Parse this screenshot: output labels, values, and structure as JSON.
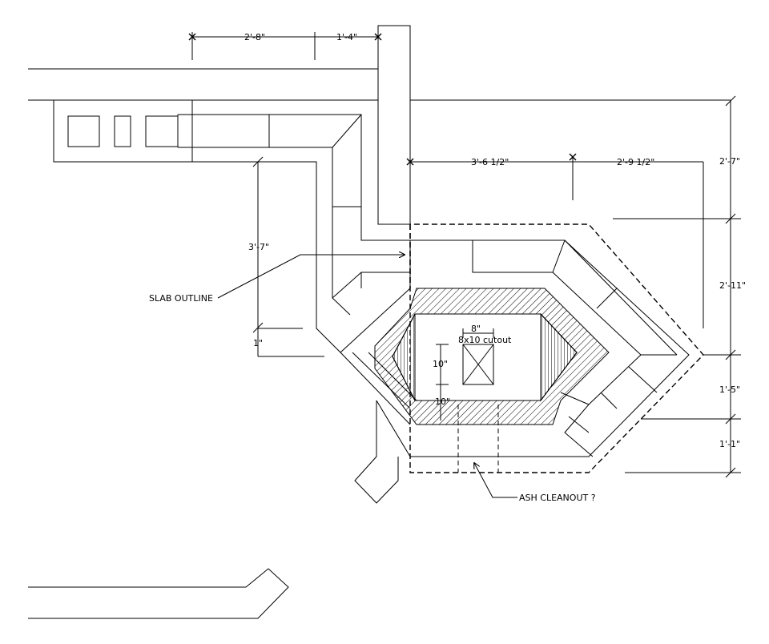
{
  "dimensions": {
    "top_left": "2'-8\"",
    "top_mid": "1'-4\"",
    "hearth_left": "3'-6 1/2\"",
    "hearth_right": "2'-9 1/2\"",
    "right_top": "2'-7\"",
    "right_mid": "2'-11\"",
    "right_low": "1'-5\"",
    "right_bottom": "1'-1\"",
    "left_height": "3'-7\"",
    "left_small": "1\"",
    "cutout_width": "8\"",
    "cutout_height": "10\"",
    "cutout_offset": "10\""
  },
  "labels": {
    "cutout": "8x10 cutout",
    "slab_outline": "SLAB OUTLINE",
    "ash_cleanout": "ASH CLEANOUT ?"
  }
}
